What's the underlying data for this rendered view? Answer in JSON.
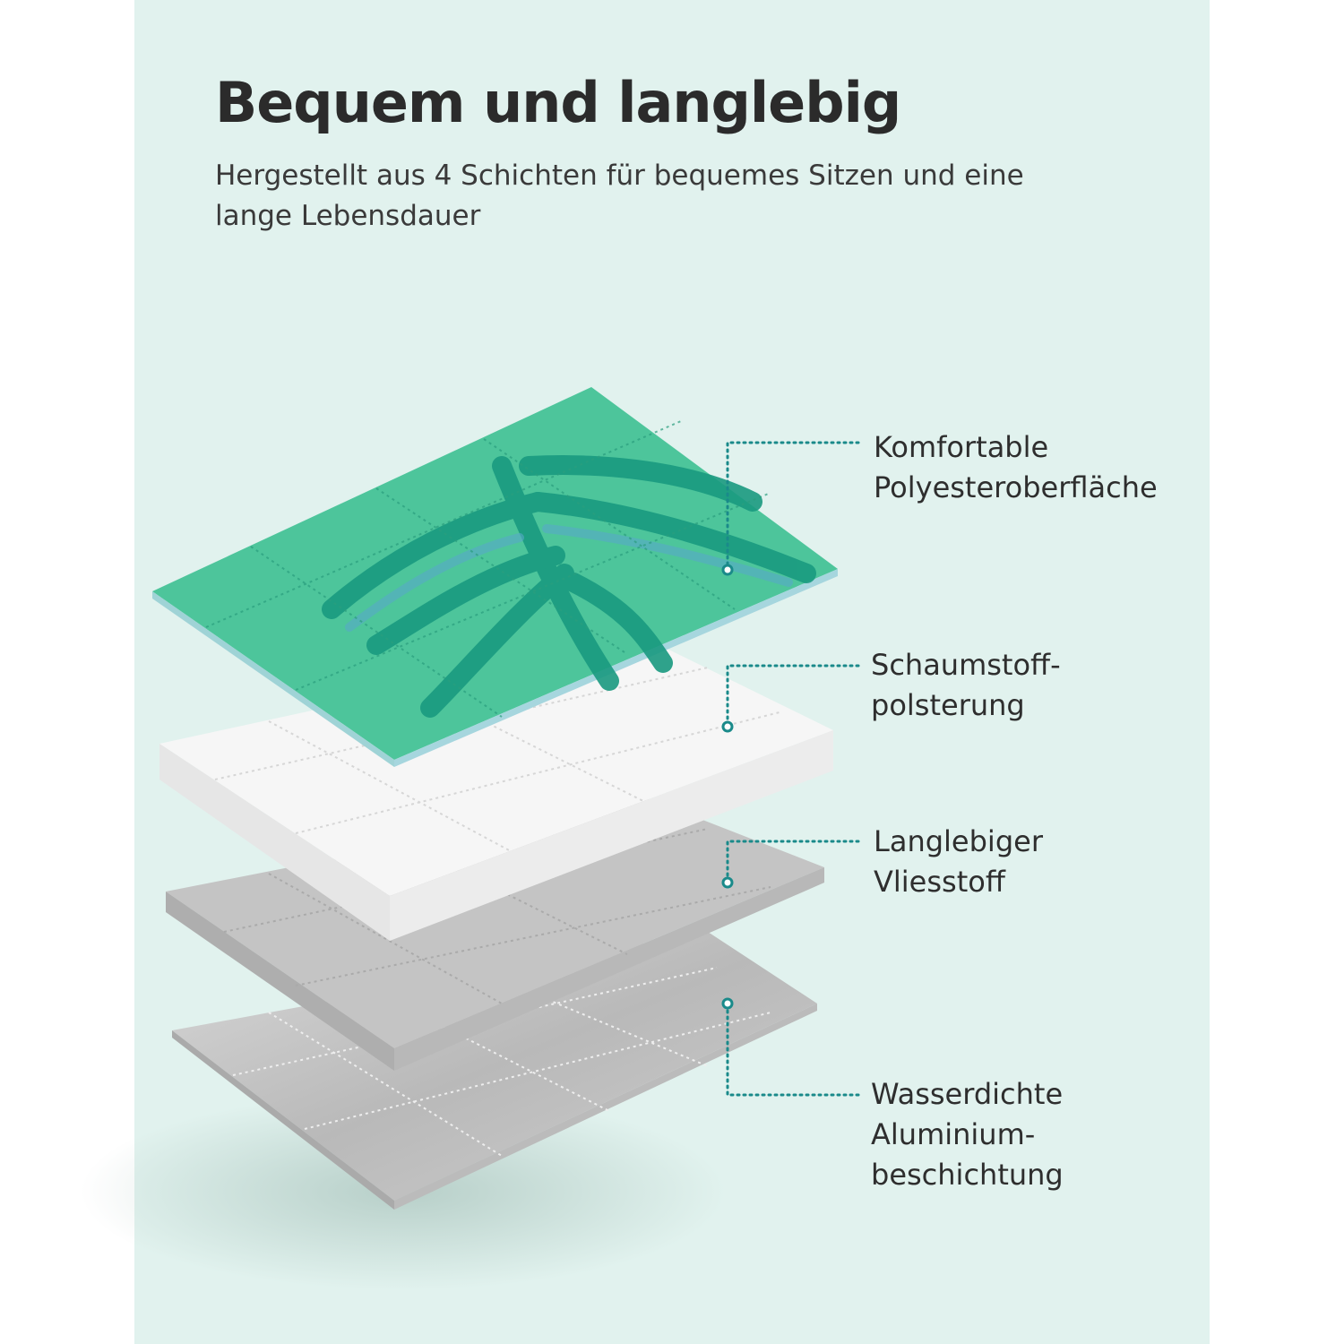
{
  "header": {
    "title": "Bequem und langlebig",
    "subtitle": "Hergestellt aus 4 Schichten für bequemes Sitzen und eine lange Lebensdauer"
  },
  "layers": [
    {
      "lines": [
        "Komfortable",
        "Polyesteroberfläche"
      ]
    },
    {
      "lines": [
        "Schaumstoff-",
        "polsterung"
      ]
    },
    {
      "lines": [
        "Langlebiger",
        "Vliesstoff"
      ]
    },
    {
      "lines": [
        "Wasserdichte",
        "Aluminium-",
        "beschichtung"
      ]
    }
  ],
  "colors": {
    "background": "#e1f2ee",
    "accent": "#1a8a8a",
    "cover": "#4cc49a",
    "leaf": "#1b9a80"
  }
}
